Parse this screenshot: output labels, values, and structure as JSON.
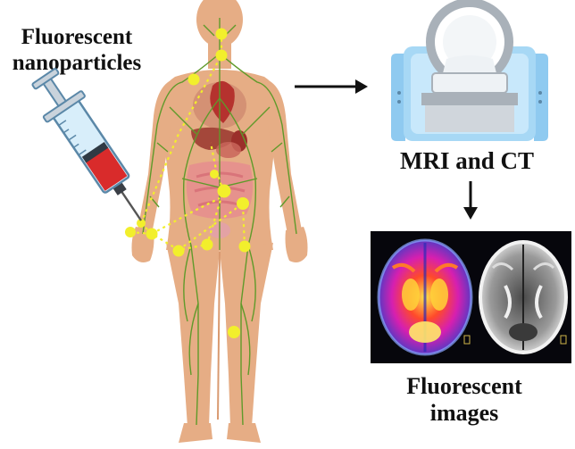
{
  "labels": {
    "nanoparticles_line1": "Fluorescent",
    "nanoparticles_line2": "nanoparticles",
    "imaging": "MRI and CT",
    "images_line1": "Fluorescent",
    "images_line2": "images"
  },
  "colors": {
    "skin": "#e6ad85",
    "skin_shadow": "#d99a70",
    "vessels": "#5f9a2a",
    "nanoparticle": "#f2ef2c",
    "syringe_fluid": "#d92b2b",
    "scanner_blue": "#8fcaf0",
    "scanner_grey": "#a9b1b9"
  },
  "icons": {
    "injector": "syringe-icon",
    "scanner": "mri-ct-scanner-icon",
    "result": "brain-scan-icon"
  }
}
